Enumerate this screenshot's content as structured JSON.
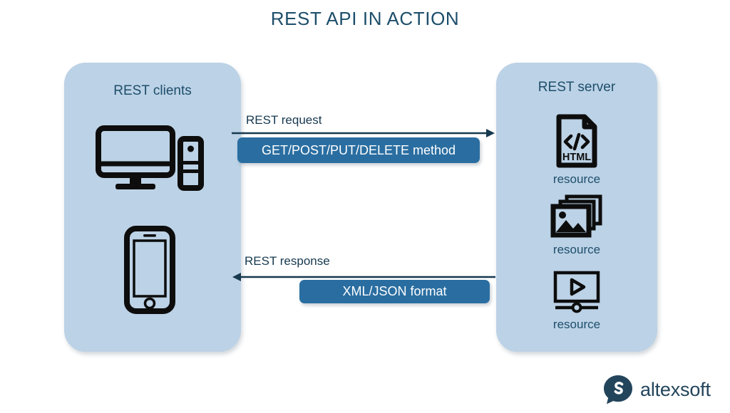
{
  "title": "REST API IN ACTION",
  "colors": {
    "panel_fill": "#bcd2e6",
    "heading_navy": "#1d4e6b",
    "badge_blue": "#2a6ea1",
    "arrow_navy": "#16394f",
    "icon_black": "#0d0d0d",
    "logo_navy": "#23455c",
    "background": "#ffffff"
  },
  "clients_panel": {
    "title": "REST clients",
    "devices": [
      {
        "name": "desktop-computer-icon"
      },
      {
        "name": "smartphone-icon"
      }
    ]
  },
  "server_panel": {
    "title": "REST server",
    "resources": [
      {
        "icon": "html-file-icon",
        "icon_text": "HTML",
        "label": "resource"
      },
      {
        "icon": "images-stack-icon",
        "label": "resource"
      },
      {
        "icon": "video-player-icon",
        "label": "resource"
      }
    ]
  },
  "flows": [
    {
      "caption": "REST request",
      "direction": "right",
      "badge": "GET/POST/PUT/DELETE method"
    },
    {
      "caption": "REST response",
      "direction": "left",
      "badge": "XML/JSON format"
    }
  ],
  "logo": {
    "wordmark": "altexsoft",
    "mark": "altexsoft-speech-bubble-logo"
  }
}
